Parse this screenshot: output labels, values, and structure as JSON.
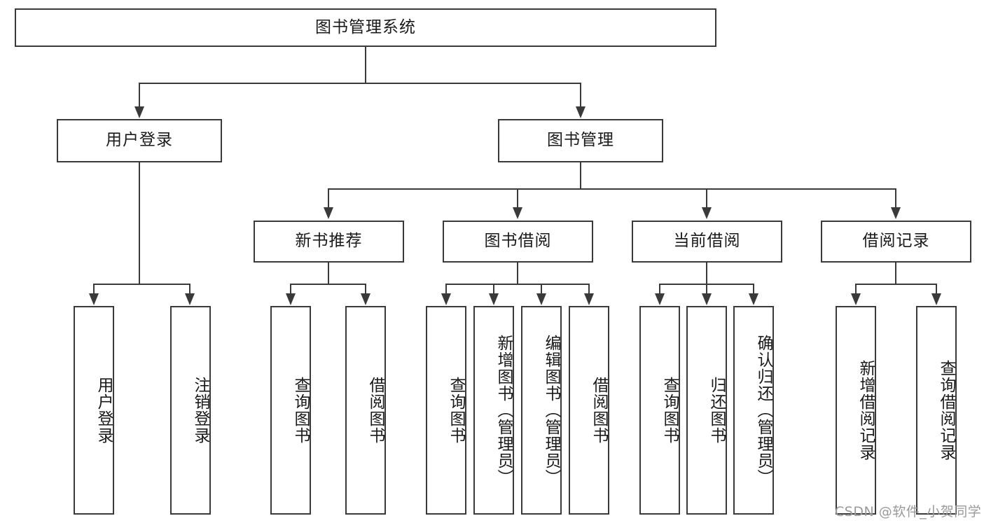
{
  "diagram": {
    "title": "图书管理系统",
    "type": "tree-hierarchy-diagram",
    "root": {
      "label": "图书管理系统"
    },
    "level2": [
      {
        "label": "用户登录"
      },
      {
        "label": "图书管理"
      }
    ],
    "level3": [
      {
        "label": "新书推荐"
      },
      {
        "label": "图书借阅"
      },
      {
        "label": "当前借阅"
      },
      {
        "label": "借阅记录"
      }
    ],
    "leaves": {
      "user_login": [
        {
          "label": "用户登录"
        },
        {
          "label": "注销登录"
        }
      ],
      "new_book_recommend": [
        {
          "label": "查询图书"
        },
        {
          "label": "借阅图书"
        }
      ],
      "book_borrow": [
        {
          "label": "查询图书"
        },
        {
          "label": "新增图书（管理员）"
        },
        {
          "label": "编辑图书（管理员）"
        },
        {
          "label": "借阅图书"
        }
      ],
      "current_borrow": [
        {
          "label": "查询图书"
        },
        {
          "label": "归还图书"
        },
        {
          "label": "确认归还（管理员）"
        }
      ],
      "borrow_record": [
        {
          "label": "新增借阅记录"
        },
        {
          "label": "查询借阅记录"
        }
      ]
    }
  },
  "watermark": {
    "text": "CSDN @软件_小贺同学"
  },
  "colors": {
    "stroke": "#3a3a3a",
    "text": "#1a1a1a",
    "background": "#ffffff",
    "watermark": "#9a9a9a"
  }
}
